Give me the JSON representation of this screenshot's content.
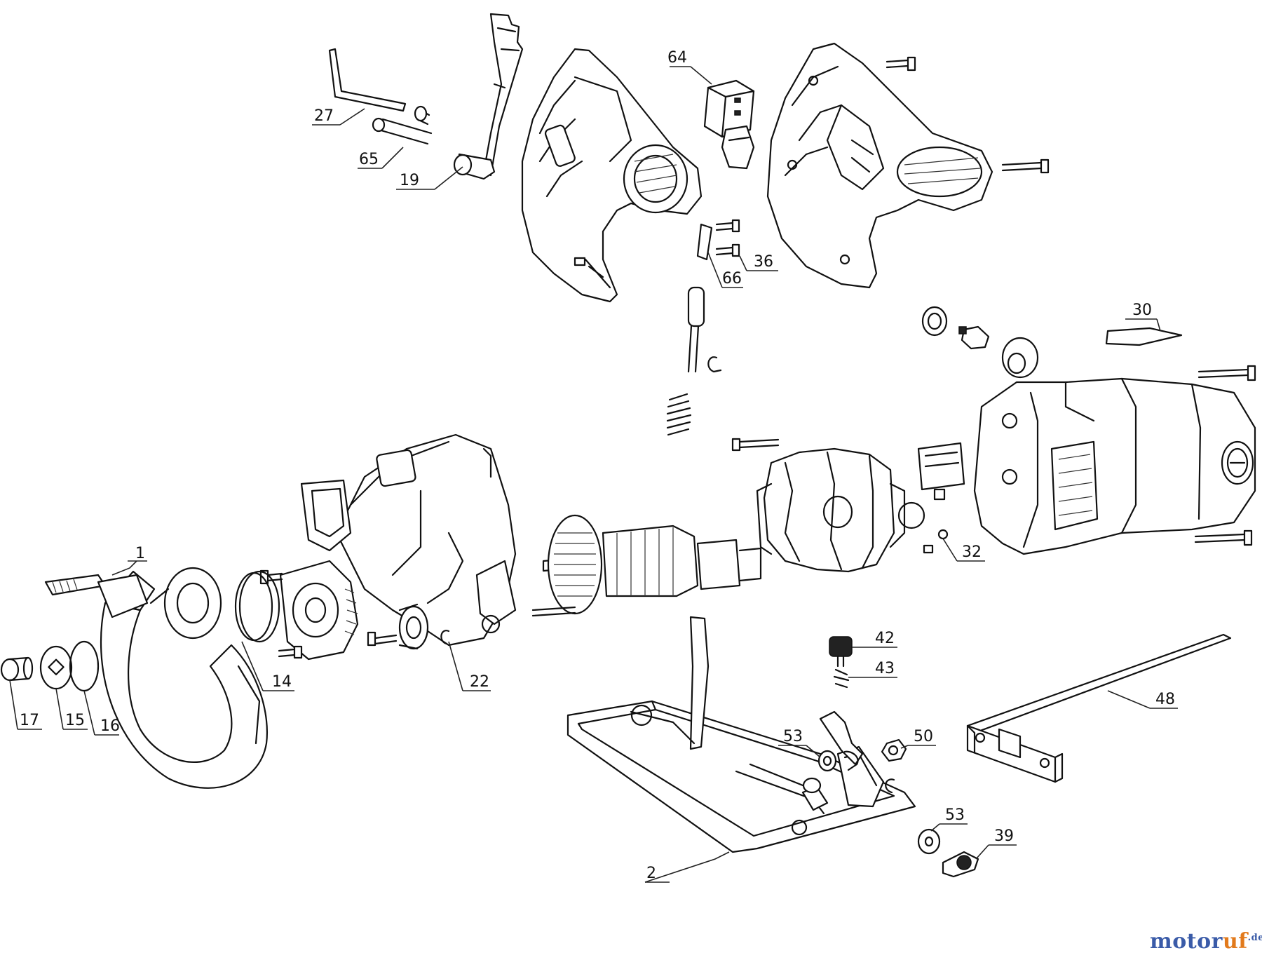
{
  "diagram": {
    "labels": {
      "p1": "1",
      "p2": "2",
      "p14": "14",
      "p15": "15",
      "p16": "16",
      "p17": "17",
      "p19": "19",
      "p22": "22",
      "p27": "27",
      "p30": "30",
      "p32": "32",
      "p36": "36",
      "p39": "39",
      "p42": "42",
      "p43": "43",
      "p48": "48",
      "p50": "50",
      "p53a": "53",
      "p53b": "53",
      "p64": "64",
      "p65": "65",
      "p66": "66"
    }
  },
  "watermark": {
    "brand_a": "motor",
    "brand_b": "uf",
    "suffix": ".de"
  }
}
